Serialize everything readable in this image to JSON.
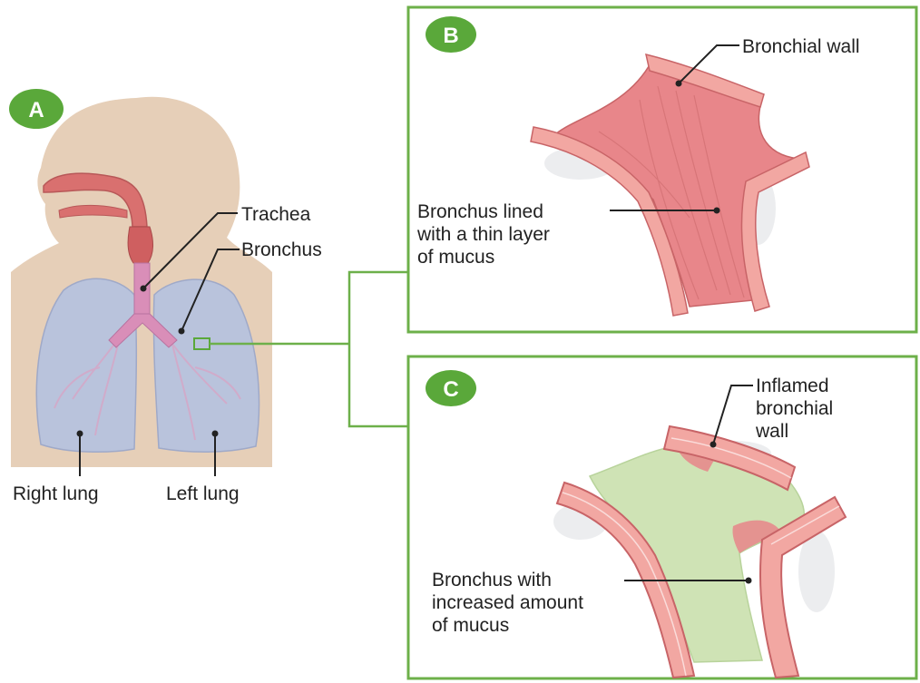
{
  "panels": {
    "a": {
      "badge": "A"
    },
    "b": {
      "badge": "B"
    },
    "c": {
      "badge": "C"
    }
  },
  "labels": {
    "trachea": "Trachea",
    "bronchus": "Bronchus",
    "right_lung": "Right lung",
    "left_lung": "Left lung",
    "bronchial_wall": "Bronchial wall",
    "normal_bronchus": [
      "Bronchus lined",
      "with a thin layer",
      "of mucus"
    ],
    "inflamed_wall": [
      "Inflamed",
      "bronchial",
      "wall"
    ],
    "mucus_bronchus": [
      "Bronchus with",
      "increased amount",
      "of mucus"
    ]
  },
  "colors": {
    "badge": "#5aa83a",
    "frame": "#6db04a",
    "skin": "#e6cfb8",
    "lung": "#b9c3dc",
    "airway": "#e8868a",
    "wall": "#f2a7a2",
    "mucus": "#cfe3b5"
  }
}
